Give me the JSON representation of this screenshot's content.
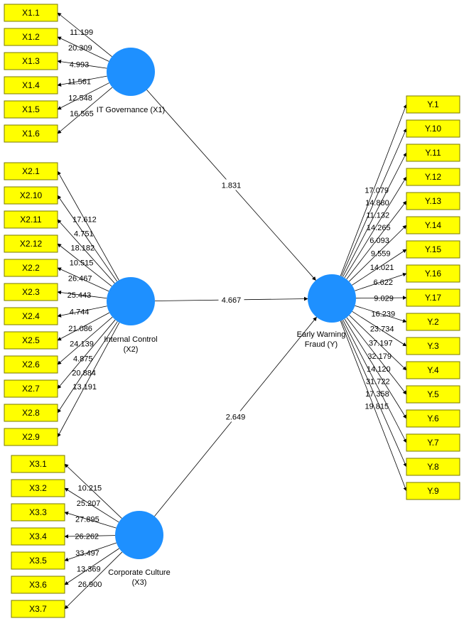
{
  "colors": {
    "construct_fill": "#1e90ff",
    "indicator_fill": "#ffff00",
    "indicator_border": "#7a7a00",
    "edge": "#000000"
  },
  "constructs": {
    "x1": {
      "label_lines": [
        "IT Governance (X1)"
      ]
    },
    "x2": {
      "label_lines": [
        "Internal Control",
        "(X2)"
      ]
    },
    "x3": {
      "label_lines": [
        "Corporate Culture",
        "(X3)"
      ]
    },
    "y": {
      "label_lines": [
        "Early Warning",
        "Fraud (Y)"
      ]
    }
  },
  "paths": {
    "x1_y": "1.831",
    "x2_y": "4.667",
    "x3_y": "2.649"
  },
  "indicators": {
    "x1": [
      {
        "label": "X1.1",
        "weight": "11.199"
      },
      {
        "label": "X1.2",
        "weight": "20.309"
      },
      {
        "label": "X1.3",
        "weight": "4.993"
      },
      {
        "label": "X1.4",
        "weight": "11.561"
      },
      {
        "label": "X1.5",
        "weight": "12.548"
      },
      {
        "label": "X1.6",
        "weight": "16.565"
      }
    ],
    "x2": [
      {
        "label": "X2.1",
        "weight": "17.612"
      },
      {
        "label": "X2.10",
        "weight": "4.751"
      },
      {
        "label": "X2.11",
        "weight": "18.182"
      },
      {
        "label": "X2.12",
        "weight": "10.515"
      },
      {
        "label": "X2.2",
        "weight": "26.467"
      },
      {
        "label": "X2.3",
        "weight": "25.443"
      },
      {
        "label": "X2.4",
        "weight": "4.744"
      },
      {
        "label": "X2.5",
        "weight": "21.086"
      },
      {
        "label": "X2.6",
        "weight": "24.139"
      },
      {
        "label": "X2.7",
        "weight": "4.875"
      },
      {
        "label": "X2.8",
        "weight": "20.884"
      },
      {
        "label": "X2.9",
        "weight": "13.191"
      }
    ],
    "x3": [
      {
        "label": "X3.1",
        "weight": "10.215"
      },
      {
        "label": "X3.2",
        "weight": "25.207"
      },
      {
        "label": "X3.3",
        "weight": "27.895"
      },
      {
        "label": "X3.4",
        "weight": "26.262"
      },
      {
        "label": "X3.5",
        "weight": "33.497"
      },
      {
        "label": "X3.6",
        "weight": "13.369"
      },
      {
        "label": "X3.7",
        "weight": "26.900"
      }
    ],
    "y": [
      {
        "label": "Y.1",
        "weight": "17.079"
      },
      {
        "label": "Y.10",
        "weight": "14.880"
      },
      {
        "label": "Y.11",
        "weight": "11.132"
      },
      {
        "label": "Y.12",
        "weight": "14.265"
      },
      {
        "label": "Y.13",
        "weight": "6.093"
      },
      {
        "label": "Y.14",
        "weight": "9.559"
      },
      {
        "label": "Y.15",
        "weight": "14.021"
      },
      {
        "label": "Y.16",
        "weight": "6.622"
      },
      {
        "label": "Y.17",
        "weight": "9.029"
      },
      {
        "label": "Y.2",
        "weight": "16.239"
      },
      {
        "label": "Y.3",
        "weight": "23.734"
      },
      {
        "label": "Y.4",
        "weight": "37.197"
      },
      {
        "label": "Y.5",
        "weight": "32.179"
      },
      {
        "label": "Y.6",
        "weight": "14.120"
      },
      {
        "label": "Y.7",
        "weight": "31.722"
      },
      {
        "label": "Y.8",
        "weight": "17.358"
      },
      {
        "label": "Y.9",
        "weight": "19.815"
      }
    ]
  }
}
